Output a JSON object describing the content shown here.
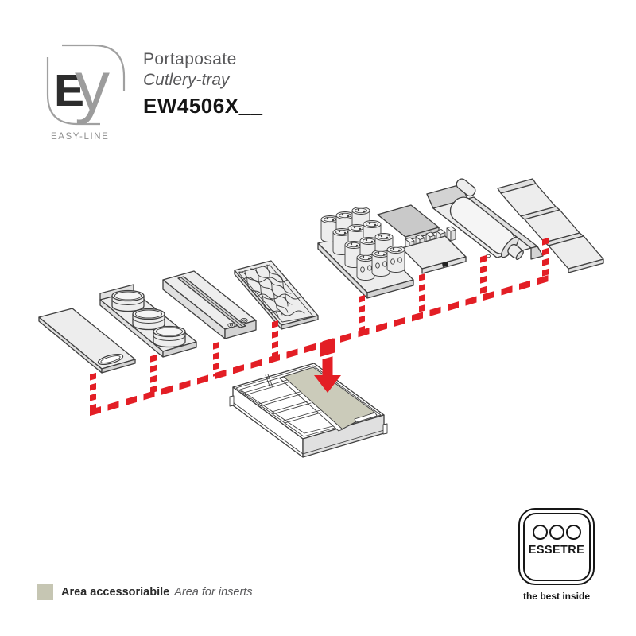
{
  "header": {
    "logo": {
      "letter_e": "E",
      "letter_y": "y",
      "tagline": "EASY-LINE"
    },
    "product_name_it": "Portaposate",
    "product_name_en": "Cutlery-tray",
    "model_code": "EW4506X__"
  },
  "legend": {
    "label_bold": "Area accessoriabile",
    "label_italic": "Area for inserts"
  },
  "brand_badge": {
    "name": "ESSETRE",
    "tagline": "the best inside"
  },
  "diagram": {
    "items": [
      "cutting-board-insert",
      "round-jars-insert",
      "knife-rail-insert",
      "textured-mat-insert",
      "spice-jars-insert",
      "knife-block-insert",
      "roll-dispenser-insert",
      "stepped-rack-insert"
    ],
    "target": "cutlery-tray",
    "highlight_area": "area-for-inserts"
  },
  "colors": {
    "accent_red": "#e31e25",
    "insert_area_fill": "#cbcbba",
    "legend_swatch": "#c6c6b3",
    "outline": "#3f3f3f"
  }
}
